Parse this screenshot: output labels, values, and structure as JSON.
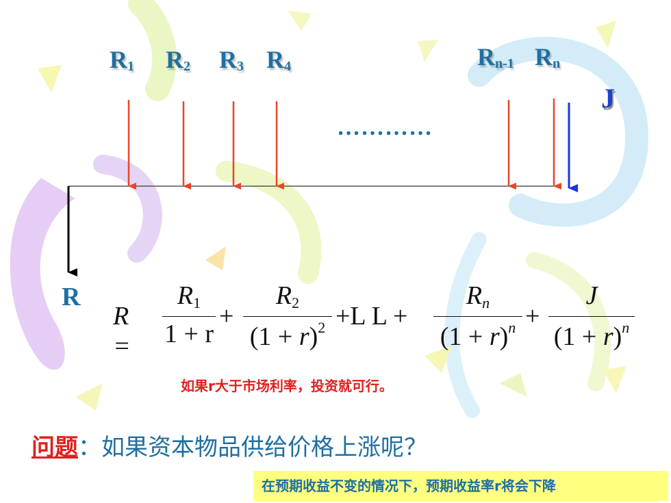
{
  "labels": {
    "r1": {
      "base": "R",
      "sub": "1"
    },
    "r2": {
      "base": "R",
      "sub": "2"
    },
    "r3": {
      "base": "R",
      "sub": "3"
    },
    "r4": {
      "base": "R",
      "sub": "4"
    },
    "rn1": {
      "base": "R",
      "sub": "n-1"
    },
    "rn": {
      "base": "R",
      "sub": "n"
    },
    "j": "J",
    "r": "R",
    "dots": "…………"
  },
  "formula": {
    "lhs": "R =",
    "t1": {
      "num": "R",
      "num_sub": "1",
      "den": "1 + r"
    },
    "t2": {
      "num": "R",
      "num_sub": "2",
      "den_open": "(1 + ",
      "den_var": "r",
      "den_close": ")",
      "den_exp": "2"
    },
    "mid": "+L L +",
    "t3": {
      "num": "R",
      "num_sub": "n",
      "den_open": "(1 + ",
      "den_var": "r",
      "den_close": ")",
      "den_exp": "n"
    },
    "t4": {
      "num": "J",
      "den_open": "(1 + ",
      "den_var": "r",
      "den_close": ")",
      "den_exp": "n"
    },
    "plus": "+"
  },
  "note": "如果r大于市场利率，投资就可行。",
  "question": {
    "key": "问题",
    "sep": "：",
    "text": "如果资本物品供给价格上涨呢？"
  },
  "answer": "在预期收益不变的情况下，预期收益率r将会下降",
  "colors": {
    "text_blue": "#1f6fa0",
    "arrow_red": "#e8452a",
    "arrow_blue": "#1a35e0",
    "highlight_yellow": "#ffff80",
    "note_red": "#e0201e"
  }
}
